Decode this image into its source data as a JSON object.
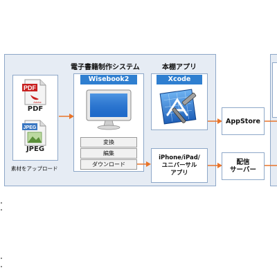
{
  "titles": {
    "system": "電子書籍制作システム",
    "shelf_app": "本棚アプリ"
  },
  "files": {
    "pdf_label": "PDF",
    "pdf_icon_text": "PDF",
    "pdf_icon_sub": "Adobe",
    "jpeg_label": "JPEG",
    "jpeg_icon_text": "JPEG",
    "upload_caption": "素材をアップロード"
  },
  "wisebook": {
    "header": "Wisebook2",
    "steps": [
      "変換",
      "編集",
      "ダウンロード"
    ]
  },
  "xcode": {
    "header": "Xcode"
  },
  "outputs": {
    "appstore": "AppStore",
    "universal_app": [
      "iPhone/iPad/",
      "ユニバーサル",
      "アプリ"
    ],
    "distribution_server": [
      "配信",
      "サーバー"
    ]
  },
  "colors": {
    "panel_bg": "#e6ecf4",
    "panel_border": "#8da7c8",
    "header_blue": "#2f7fd0",
    "arrow_orange": "#e8742a"
  }
}
